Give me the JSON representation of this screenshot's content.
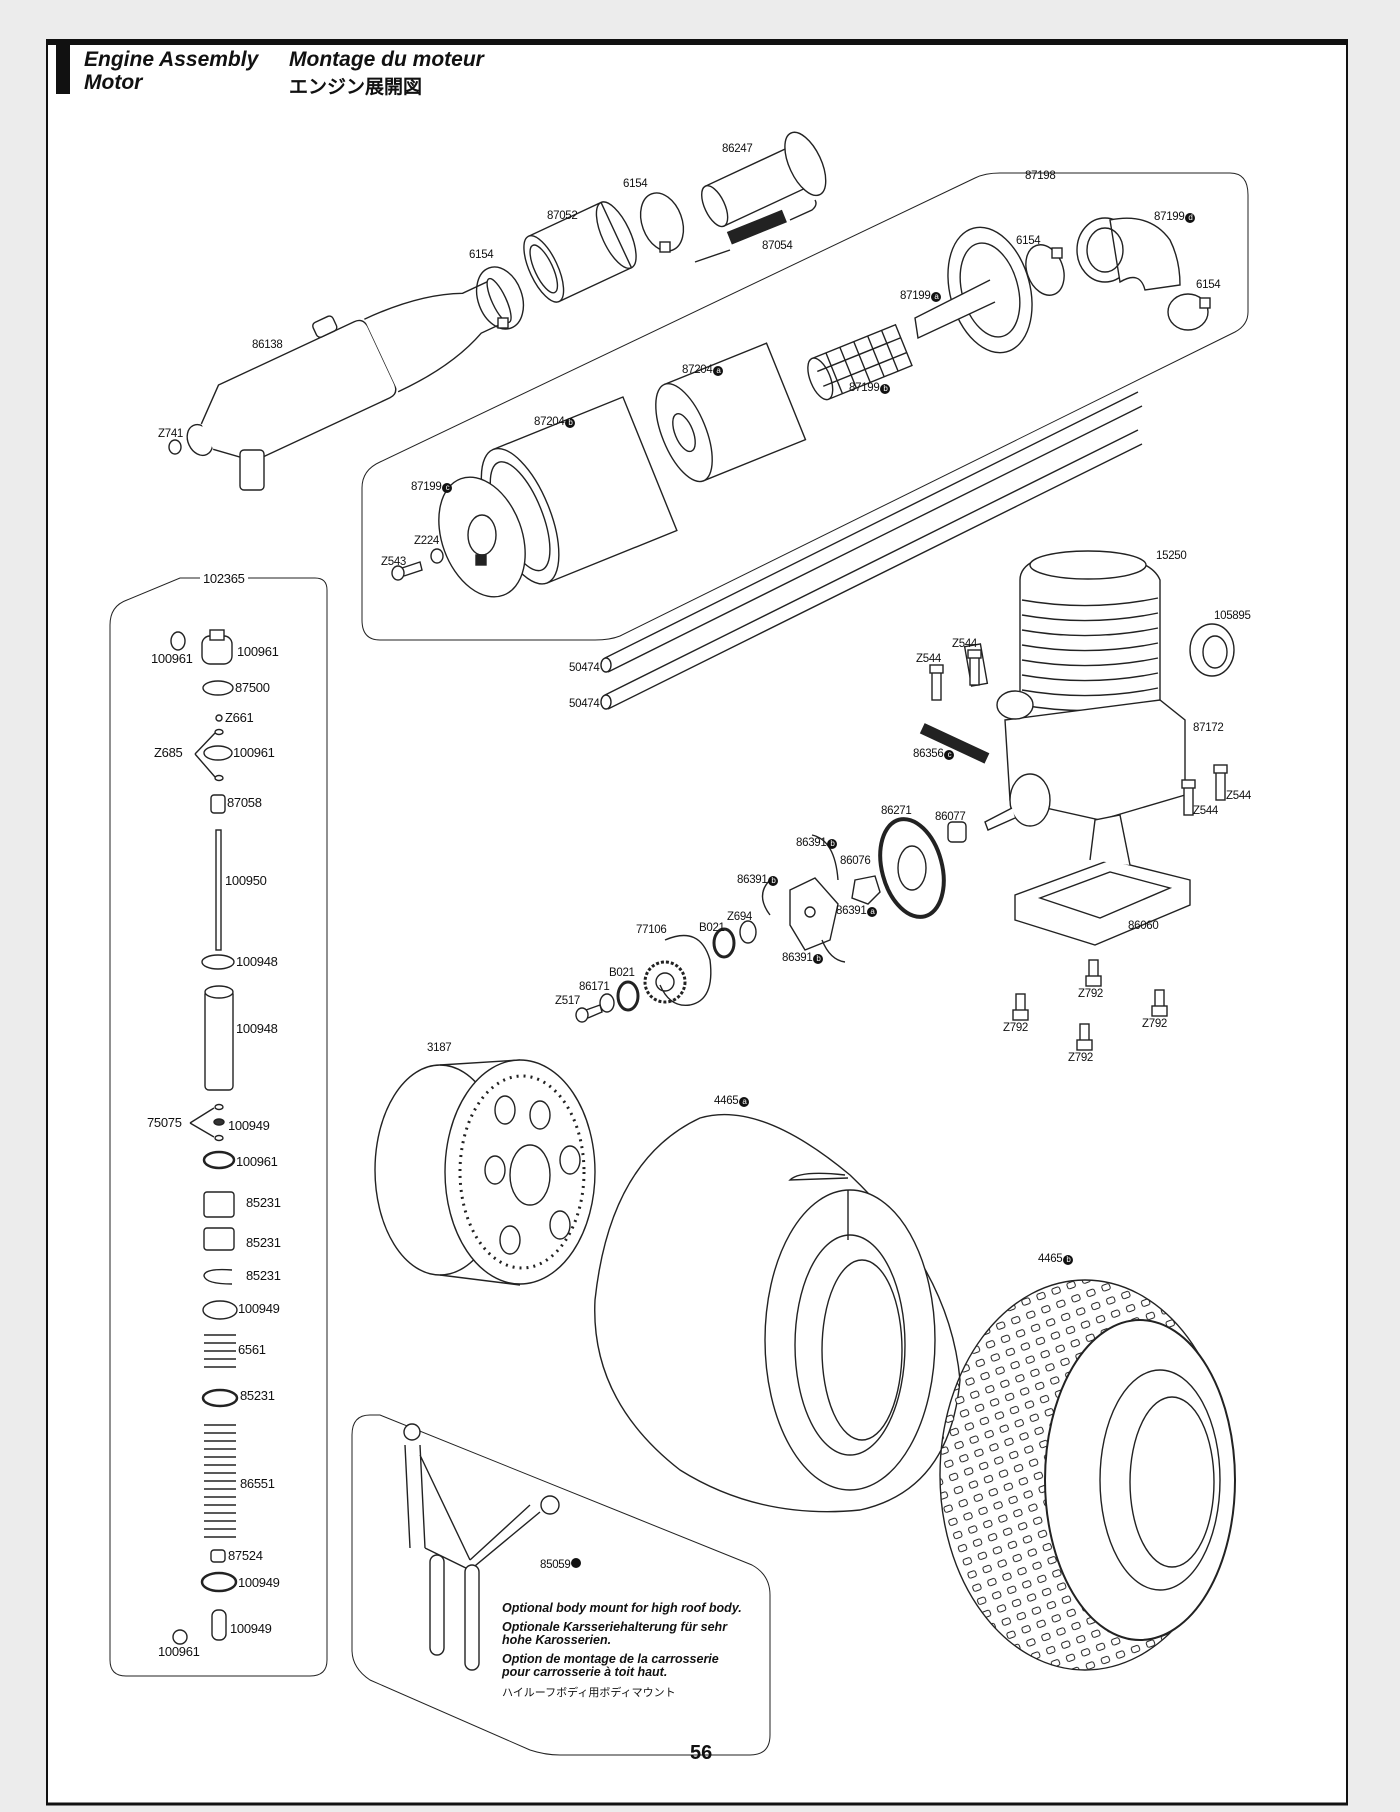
{
  "header": {
    "title_en": "Engine Assembly",
    "title_de": "Motor",
    "title_fr": "Montage du moteur",
    "title_ja": "エンジン展開図"
  },
  "page_number": "56",
  "callouts": [
    {
      "part": "86247"
    },
    {
      "part": "6154"
    },
    {
      "part": "87052"
    },
    {
      "part": "6154"
    },
    {
      "part": "87054"
    },
    {
      "part": "87198"
    },
    {
      "part": "87199",
      "variant": "d"
    },
    {
      "part": "6154"
    },
    {
      "part": "6154"
    },
    {
      "part": "87199",
      "variant": "a"
    },
    {
      "part": "86138"
    },
    {
      "part": "87204",
      "variant": "a"
    },
    {
      "part": "87199",
      "variant": "b"
    },
    {
      "part": "87204",
      "variant": "b"
    },
    {
      "part": "Z741"
    },
    {
      "part": "87199",
      "variant": "c"
    },
    {
      "part": "Z224"
    },
    {
      "part": "Z543"
    },
    {
      "part": "15250"
    },
    {
      "part": "105895"
    },
    {
      "part": "Z544"
    },
    {
      "part": "Z544"
    },
    {
      "part": "50474"
    },
    {
      "part": "50474"
    },
    {
      "part": "87172"
    },
    {
      "part": "86356",
      "variant": "c"
    },
    {
      "part": "Z544"
    },
    {
      "part": "Z544"
    },
    {
      "part": "86271"
    },
    {
      "part": "86077"
    },
    {
      "part": "86391",
      "variant": "b"
    },
    {
      "part": "86076"
    },
    {
      "part": "86391",
      "variant": "b"
    },
    {
      "part": "86391",
      "variant": "a"
    },
    {
      "part": "Z694"
    },
    {
      "part": "B021"
    },
    {
      "part": "77106"
    },
    {
      "part": "86060"
    },
    {
      "part": "86391",
      "variant": "b"
    },
    {
      "part": "B021"
    },
    {
      "part": "86171"
    },
    {
      "part": "Z517"
    },
    {
      "part": "Z792"
    },
    {
      "part": "Z792"
    },
    {
      "part": "Z792"
    },
    {
      "part": "Z792"
    },
    {
      "part": "3187"
    },
    {
      "part": "4465",
      "variant": "a"
    },
    {
      "part": "4465",
      "variant": "b"
    },
    {
      "part": "85059",
      "variant": " "
    }
  ],
  "shock": {
    "kit": "102365",
    "callouts": [
      "100961",
      "100961",
      "87500",
      "Z661",
      "Z685",
      "100961",
      "87058",
      "100950",
      "100948",
      "100948",
      "75075",
      "100949",
      "100961",
      "85231",
      "85231",
      "85231",
      "100949",
      "6561",
      "85231",
      "86551",
      "87524",
      "100949",
      "100949",
      "100961"
    ]
  },
  "option_note": {
    "en": "Optional body mount for high roof body.",
    "de": "Optionale Karsseriehalterung für sehr hohe Karosserien.",
    "fr": "Option de montage de la carrosserie pour carrosserie à toit haut.",
    "ja": "ハイルーフボディ用ボディマウント"
  }
}
